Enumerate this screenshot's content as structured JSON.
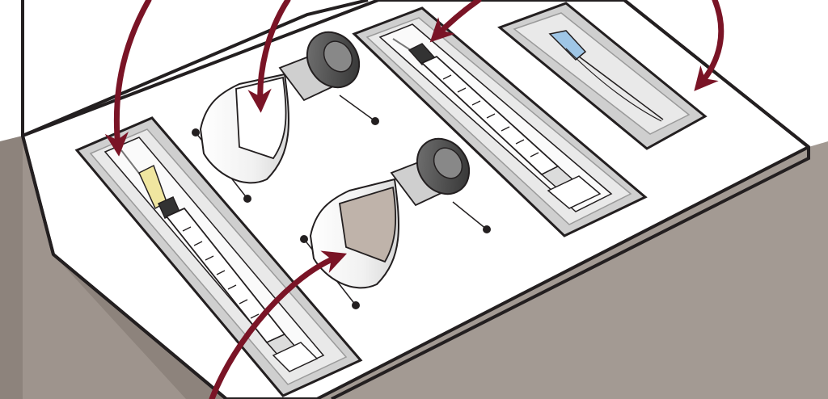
{
  "diagram": {
    "subject": "injection-kit-tray",
    "items": [
      {
        "id": "syringe-prefilled",
        "icon": "syringe-icon"
      },
      {
        "id": "vial-upper",
        "icon": "vial-icon"
      },
      {
        "id": "vial-lower",
        "icon": "vial-icon"
      },
      {
        "id": "syringe-empty",
        "icon": "syringe-icon"
      },
      {
        "id": "needle-pack",
        "icon": "needle-icon"
      }
    ],
    "callout_arrows": 5
  },
  "colors": {
    "background": "#ffffff",
    "outline": "#231f20",
    "box_side": "#a39a93",
    "box_side_dark": "#8d837c",
    "tray_top": "#ffffff",
    "well": "#cfcfcf",
    "well_inner": "#e9e9e9",
    "arrow": "#7a1426",
    "vial_glass": "#f2f2f2",
    "vial_cap": "#555555",
    "vial_label_tan": "#bfb3aa",
    "fluid_yellow": "#f0e6a0",
    "needle_blue": "#9fc6e6"
  }
}
